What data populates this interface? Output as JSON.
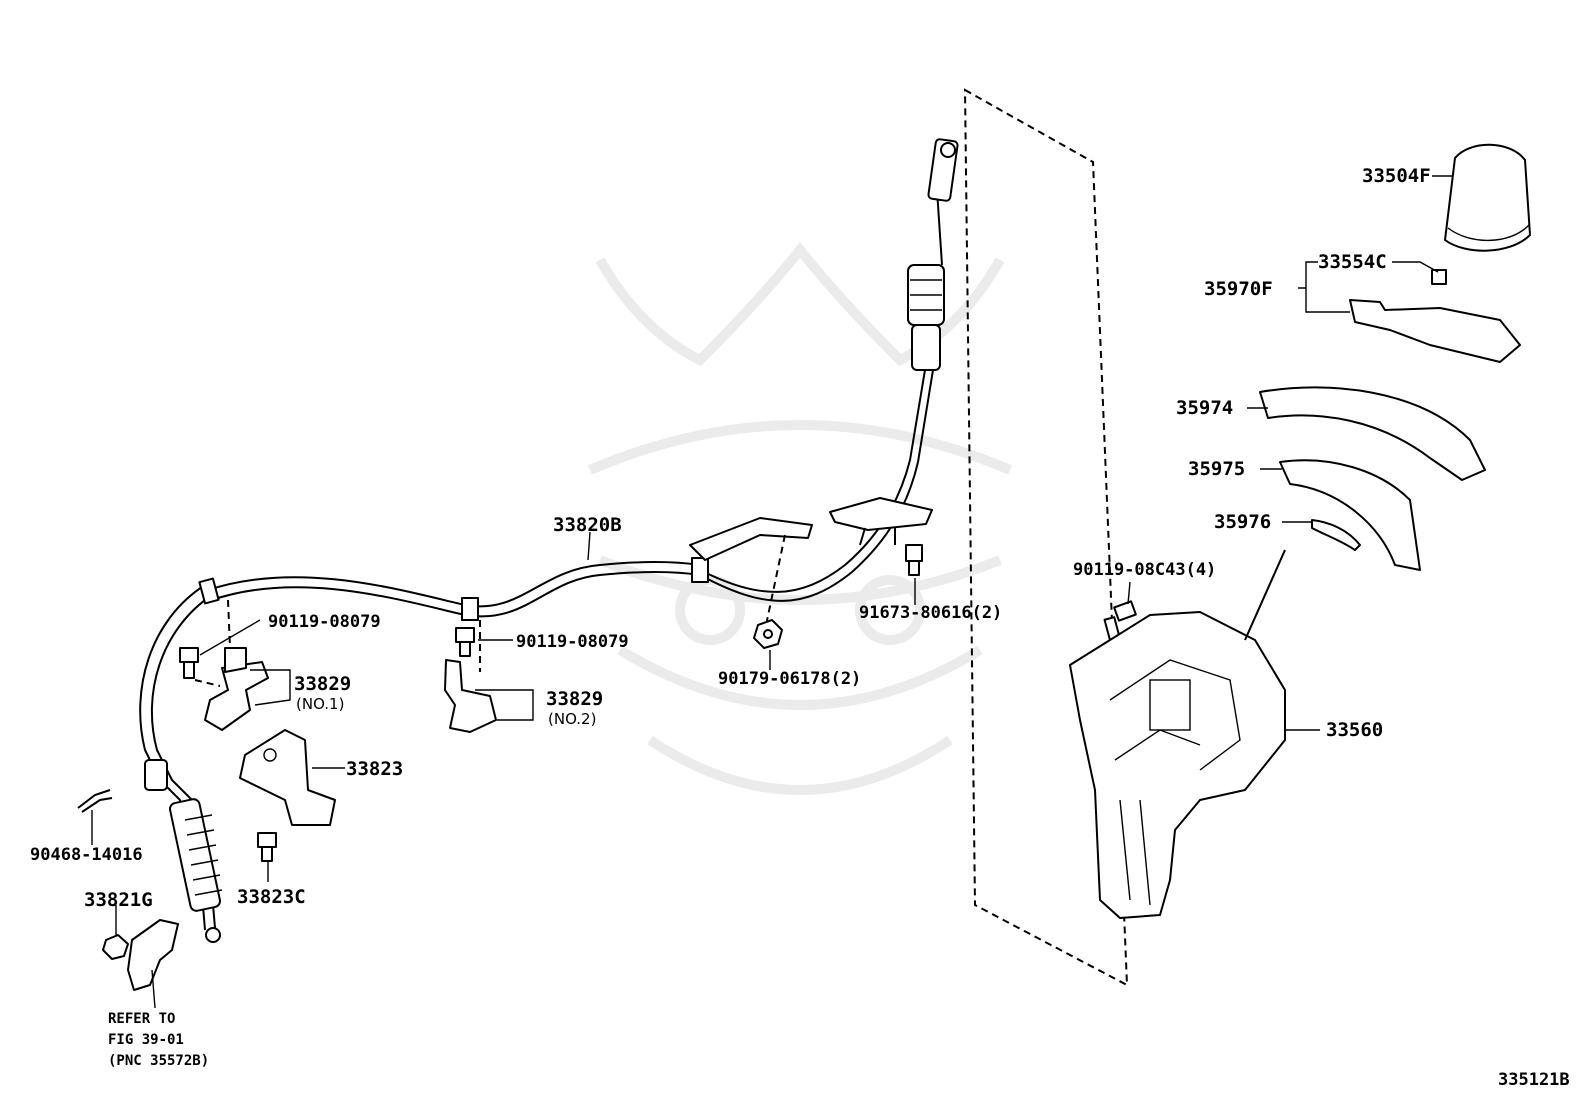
{
  "labels": {
    "l33820b": "33820B",
    "l90119_08079": "90119-08079",
    "l33829": "33829",
    "no1": "(NO.1)",
    "no2": "(NO.2)",
    "l33823": "33823",
    "l33823c": "33823C",
    "l90468": "90468-14016",
    "l33821g": "33821G",
    "l90179": "90179-06178(2)",
    "l91673": "91673-80616(2)",
    "l90119_08c43": "90119-08C43(4)",
    "l33560": "33560",
    "l33504f": "33504F",
    "l33554c": "33554C",
    "l35970f": "35970F",
    "l35974": "35974",
    "l35975": "35975",
    "l35976": "35976"
  },
  "refer": {
    "line1": "REFER TO",
    "line2": "FIG 39-01",
    "line3": "(PNC 35572B)"
  },
  "figure_id": "335121B",
  "colors": {
    "ink": "#000000",
    "background": "#ffffff",
    "watermark": "#ebebeb"
  },
  "icons": {
    "watermark": "samurai-helmet-logo"
  }
}
